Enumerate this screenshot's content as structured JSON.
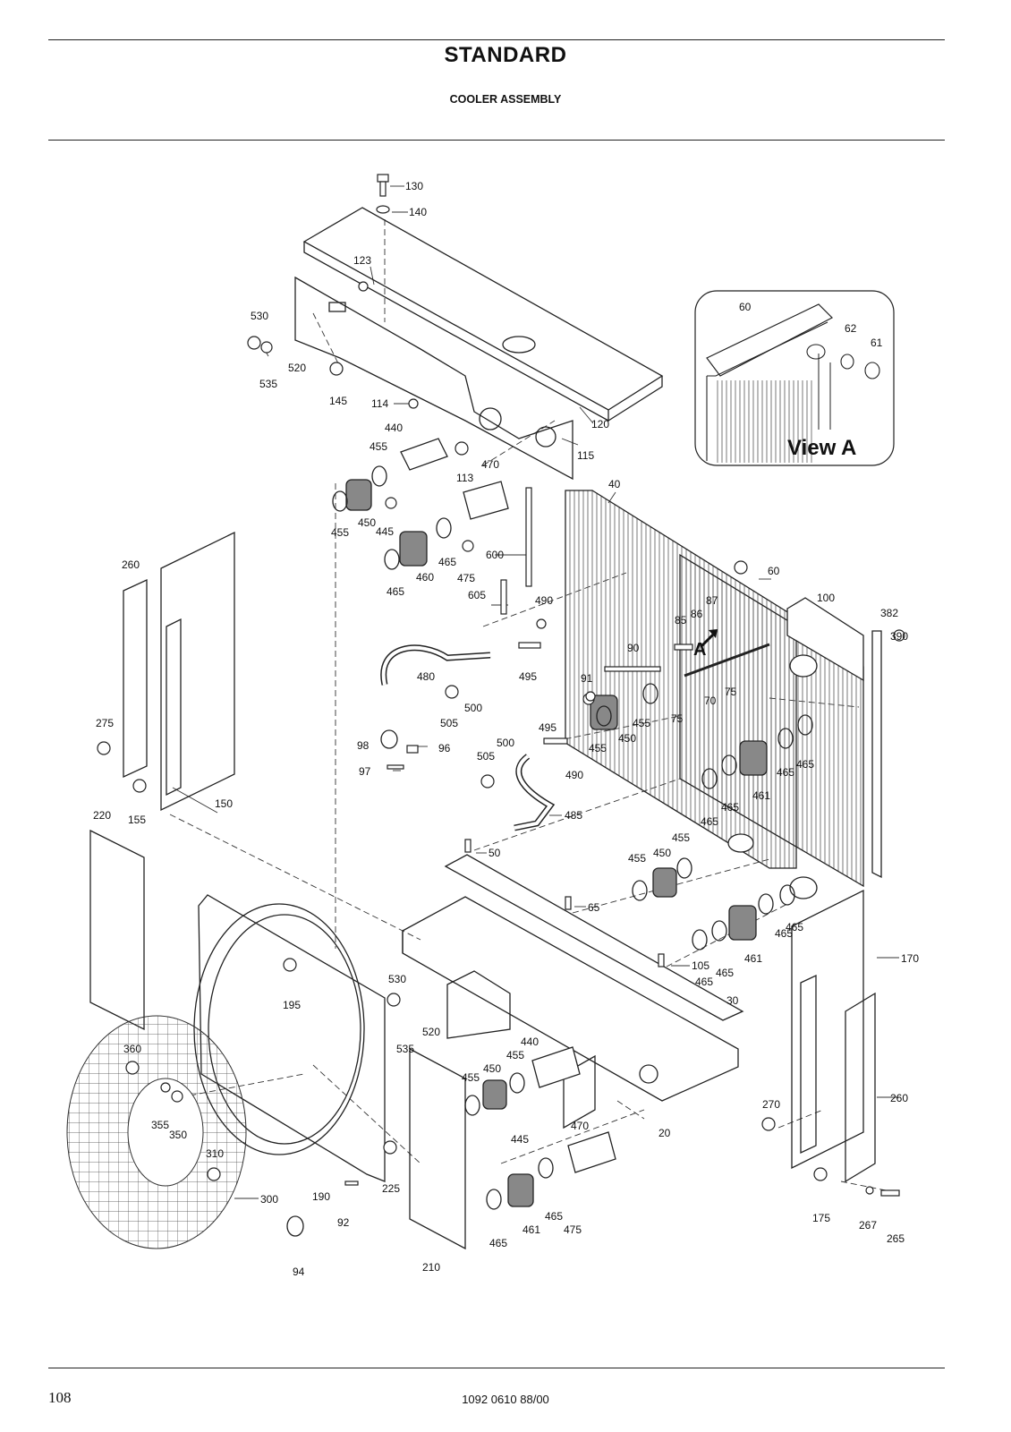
{
  "header": {
    "title": "STANDARD",
    "subtitle": "COOLER ASSEMBLY"
  },
  "footer": {
    "page_number": "108",
    "document_number": "1092 0610 88/00"
  },
  "inset": {
    "caption": "View A",
    "callouts": [
      "60",
      "62",
      "61"
    ]
  },
  "view_marker": "A",
  "callouts": [
    "130",
    "140",
    "123",
    "530",
    "520",
    "535",
    "145",
    "114",
    "440",
    "455",
    "120",
    "115",
    "113",
    "470",
    "40",
    "450",
    "445",
    "455",
    "460",
    "465",
    "475",
    "465",
    "600",
    "260",
    "605",
    "490",
    "60",
    "100",
    "382",
    "390",
    "87",
    "86",
    "85",
    "90",
    "480",
    "495",
    "91",
    "500",
    "505",
    "75",
    "70",
    "75",
    "455",
    "450",
    "275",
    "98",
    "96",
    "97",
    "495",
    "500",
    "505",
    "455",
    "490",
    "465",
    "465",
    "461",
    "465",
    "155",
    "150",
    "220",
    "485",
    "50",
    "455",
    "450",
    "455",
    "65",
    "465",
    "461",
    "465",
    "465",
    "170",
    "105",
    "465",
    "465",
    "30",
    "530",
    "195",
    "520",
    "440",
    "455",
    "360",
    "450",
    "455",
    "535",
    "445",
    "470",
    "20",
    "355",
    "350",
    "270",
    "260",
    "310",
    "300",
    "190",
    "225",
    "92",
    "465",
    "461",
    "475",
    "175",
    "267",
    "265",
    "94",
    "210",
    "465"
  ]
}
